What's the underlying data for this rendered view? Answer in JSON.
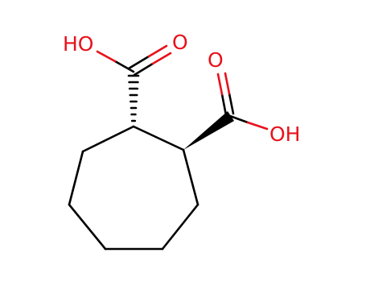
{
  "molecule": {
    "bond_color": "#000000",
    "oxygen_color": "#e8111b",
    "labels": {
      "left_hydroxyl": "HO",
      "left_carbonyl": "O",
      "right_carbonyl": "O",
      "right_hydroxyl": "OH"
    },
    "stereo": {
      "left_carboxyl_bond": "hashed-wedge",
      "right_carboxyl_bond": "solid-wedge"
    }
  }
}
